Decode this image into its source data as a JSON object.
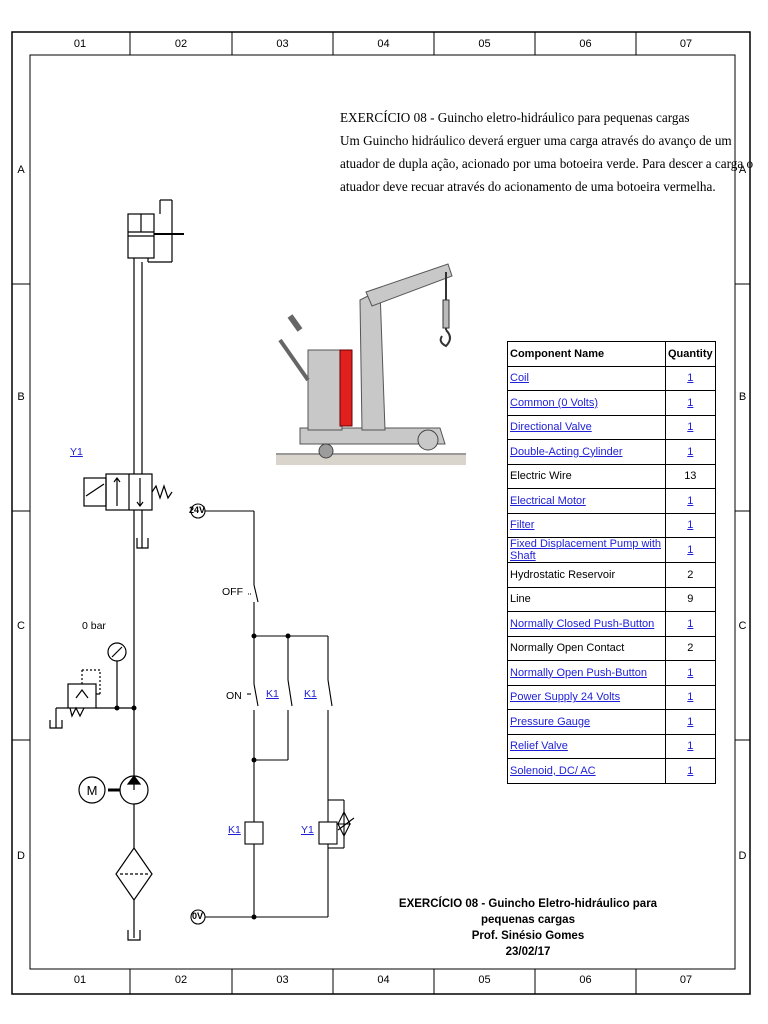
{
  "frame": {
    "columns": [
      "01",
      "02",
      "03",
      "04",
      "05",
      "06",
      "07"
    ],
    "rows": [
      "A",
      "B",
      "C",
      "D"
    ]
  },
  "problem": {
    "title": "EXERCÍCIO 08 - Guincho eletro-hidráulico para pequenas cargas",
    "lines": [
      "Um Guincho hidráulico deverá erguer uma carga através do avanço de um",
      "atuador de dupla ação, acionado por uma botoeira verde. Para descer a carga o",
      "atuador deve recuar através do acionamento de uma botoeira vermelha."
    ]
  },
  "hydraulic": {
    "valve_tag": "Y1",
    "gauge_reading": "0 bar"
  },
  "electrical": {
    "supply_plus": "24V",
    "supply_minus": "0V",
    "off_button": "OFF",
    "on_button": "ON",
    "contact_1": "K1",
    "contact_2": "K1",
    "relay_coil": "K1",
    "solenoid": "Y1"
  },
  "bom": {
    "headers": [
      "Component Name",
      "Quantity"
    ],
    "rows": [
      {
        "name": "Coil",
        "qty": "1",
        "link": true
      },
      {
        "name": "Common (0 Volts)",
        "qty": "1",
        "link": true
      },
      {
        "name": "Directional Valve",
        "qty": "1",
        "link": true
      },
      {
        "name": "Double-Acting Cylinder",
        "qty": "1",
        "link": true
      },
      {
        "name": "Electric Wire",
        "qty": "13",
        "link": false
      },
      {
        "name": "Electrical Motor",
        "qty": "1",
        "link": true
      },
      {
        "name": "Filter",
        "qty": "1",
        "link": true
      },
      {
        "name": "Fixed Displacement Pump with Shaft",
        "qty": "1",
        "link": true
      },
      {
        "name": "Hydrostatic Reservoir",
        "qty": "2",
        "link": false
      },
      {
        "name": "Line",
        "qty": "9",
        "link": false
      },
      {
        "name": "Normally Closed Push-Button",
        "qty": "1",
        "link": true
      },
      {
        "name": "Normally Open Contact",
        "qty": "2",
        "link": false
      },
      {
        "name": "Normally Open Push-Button",
        "qty": "1",
        "link": true
      },
      {
        "name": "Power Supply 24 Volts",
        "qty": "1",
        "link": true
      },
      {
        "name": "Pressure Gauge",
        "qty": "1",
        "link": true
      },
      {
        "name": "Relief Valve",
        "qty": "1",
        "link": true
      },
      {
        "name": "Solenoid, DC/ AC",
        "qty": "1",
        "link": true
      }
    ]
  },
  "title_block": {
    "line1": "EXERCÍCIO 08  - Guincho Eletro-hidráulico para pequenas cargas",
    "line2": "Prof. Sinésio Gomes",
    "line3": "23/02/17"
  },
  "colors": {
    "link": "#1f1fd6",
    "cylinder_red": "#e0201e",
    "crane_grey": "#c8c8c8"
  }
}
